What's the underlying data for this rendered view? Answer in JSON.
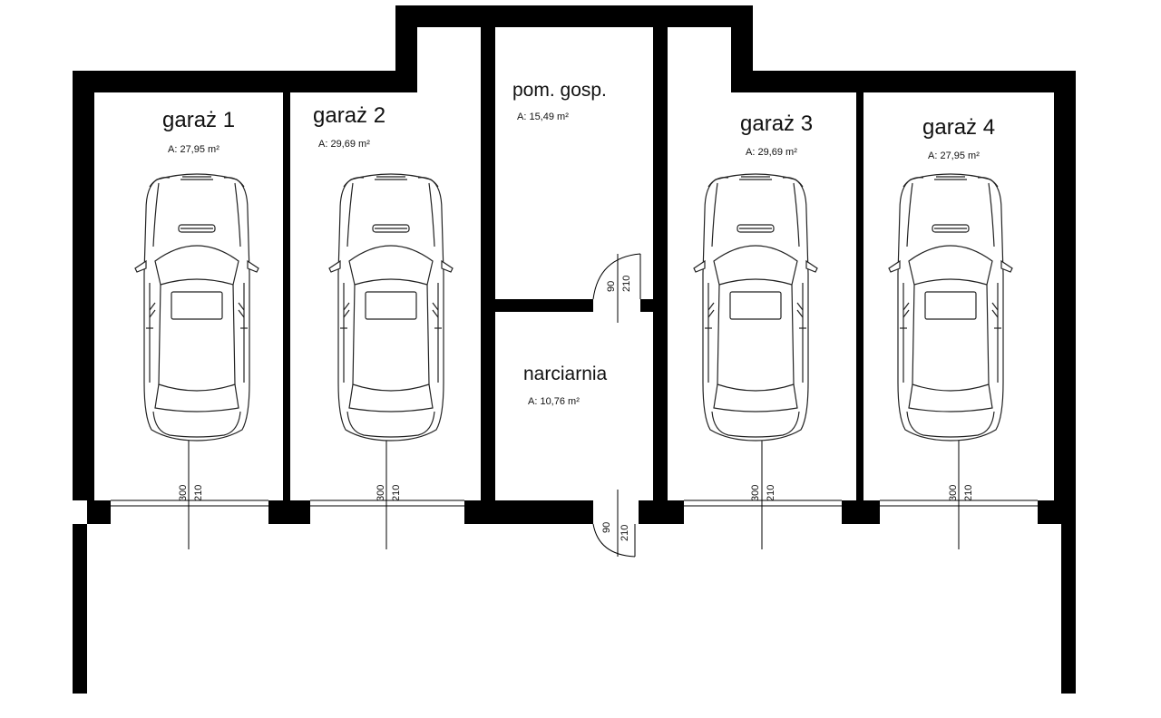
{
  "rooms": [
    {
      "name": "garaż 1",
      "area": "A: 27,95 m²",
      "door_w": "300",
      "door_h": "210"
    },
    {
      "name": "garaż 2",
      "area": "A: 29,69 m²",
      "door_w": "300",
      "door_h": "210"
    },
    {
      "name": "pom. gosp.",
      "area": "A: 15,49 m²",
      "door_w": "90",
      "door_h": "210"
    },
    {
      "name": "narciarnia",
      "area": "A: 10,76 m²",
      "door_w": "90",
      "door_h": "210"
    },
    {
      "name": "garaż 3",
      "area": "A: 29,69 m²",
      "door_w": "300",
      "door_h": "210"
    },
    {
      "name": "garaż 4",
      "area": "A: 27,95 m²",
      "door_w": "300",
      "door_h": "210"
    }
  ],
  "cars": [
    {
      "icon": "car-top-view-icon"
    },
    {
      "icon": "car-top-view-icon"
    },
    {
      "icon": "car-top-view-icon"
    },
    {
      "icon": "car-top-view-icon"
    }
  ]
}
